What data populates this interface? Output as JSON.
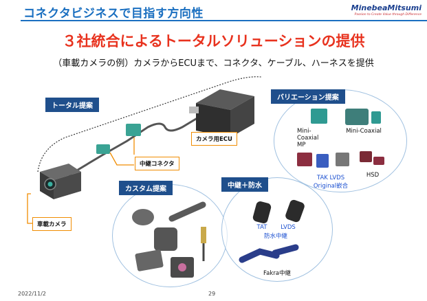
{
  "header": {
    "title": "コネクタビジネスで目指す方向性",
    "logo_main": "MinebeaMitsumi",
    "logo_sub": "Passion to Create Value through Difference"
  },
  "main_title": "３社統合によるトータルソリューションの提供",
  "subtitle": "（車載カメラの例）カメラからECUまで、コネクタ、ケーブル、ハーネスを提供",
  "sections": {
    "total": "トータル提案",
    "variation": "バリエーション提案",
    "custom": "カスタム提案",
    "relay_waterproof": "中継＋防水"
  },
  "callouts": {
    "camera_ecu": "カメラ用ECU",
    "relay_connector": "中継コネクタ",
    "car_camera": "車載カメラ"
  },
  "variation_items": {
    "mini_coaxial_mp": "Mini-Coaxial MP",
    "mini_coaxial": "Mini-Coaxial",
    "tak_lvds": "TAK LVDS",
    "original_fit": "Original嵌合",
    "hsd": "HSD"
  },
  "relay_items": {
    "tat": "TAT",
    "lvds": "LVDS",
    "waterproof_relay": "防水中継",
    "fakra_relay": "Fakra中継"
  },
  "colors": {
    "accent_blue": "#1a6fc0",
    "title_red": "#e8321e",
    "callout_orange": "#f08c00",
    "label_navy": "#1f4f8c"
  },
  "footer": {
    "date": "2022/11/2",
    "page": "29"
  }
}
